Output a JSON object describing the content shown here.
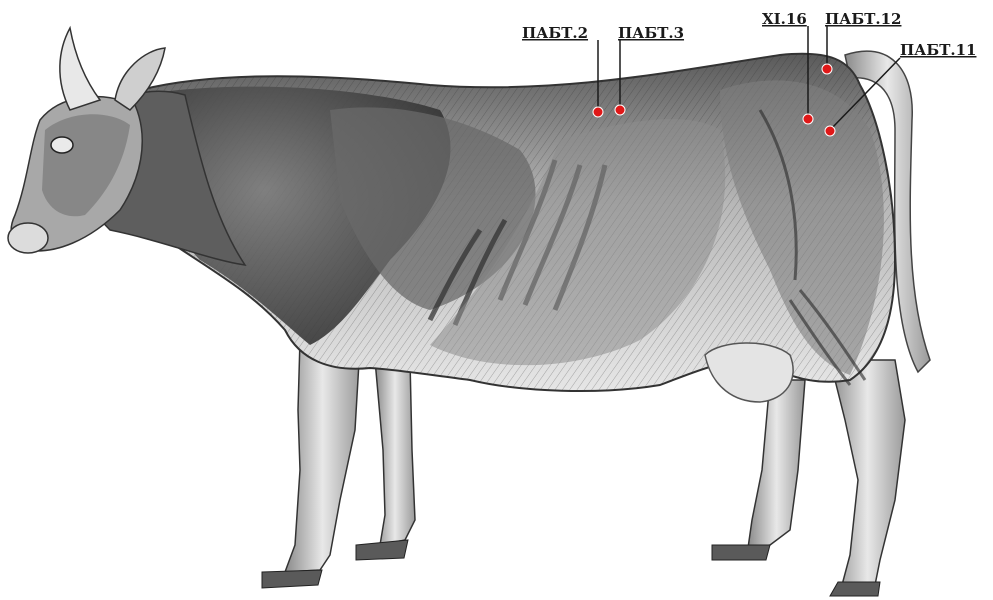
{
  "figure": {
    "subject": "cow-muscular-anatomy",
    "colors": {
      "point": "#e01818",
      "leader": "#1a1a1a",
      "label": "#1a1a1a",
      "body_light": "#d9d9d9",
      "body_mid": "#9a9a9a",
      "body_dark": "#3a3a3a"
    }
  },
  "labels": {
    "p2": "ПАБТ.2",
    "p3": "ПАБТ.3",
    "xi16": "XI.16",
    "p12": "ПАБТ.12",
    "p11": "ПАБТ.11"
  }
}
